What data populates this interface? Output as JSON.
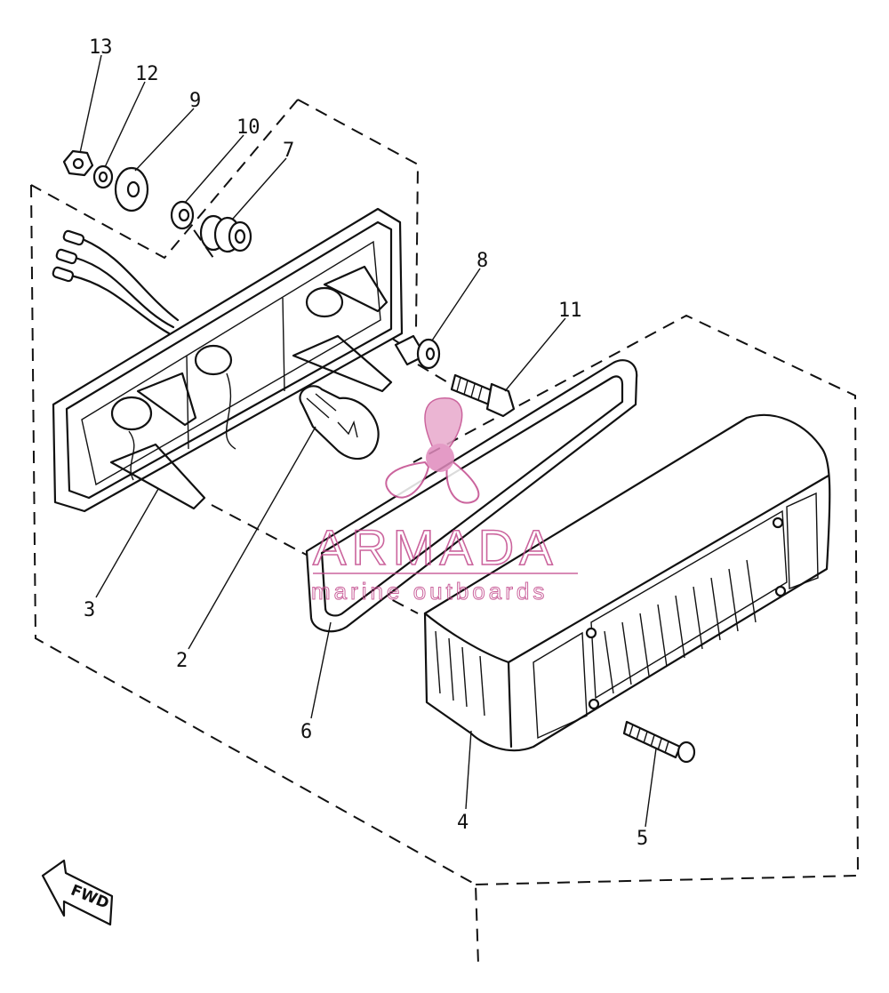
{
  "callouts": [
    {
      "num": "13",
      "part": "nut"
    },
    {
      "num": "12",
      "part": "lock-washer"
    },
    {
      "num": "9",
      "part": "plain-washer"
    },
    {
      "num": "10",
      "part": "small-washer"
    },
    {
      "num": "7",
      "part": "grommet"
    },
    {
      "num": "8",
      "part": "collar"
    },
    {
      "num": "11",
      "part": "bolt"
    },
    {
      "num": "3",
      "part": "lamp-housing"
    },
    {
      "num": "2",
      "part": "bulb"
    },
    {
      "num": "6",
      "part": "gasket"
    },
    {
      "num": "4",
      "part": "lens"
    },
    {
      "num": "5",
      "part": "screw"
    }
  ],
  "direction_marker": {
    "label": "FWD"
  },
  "watermark": {
    "brand": "ARMADA",
    "tagline": "marine outboards",
    "color": "#c24a8c"
  }
}
